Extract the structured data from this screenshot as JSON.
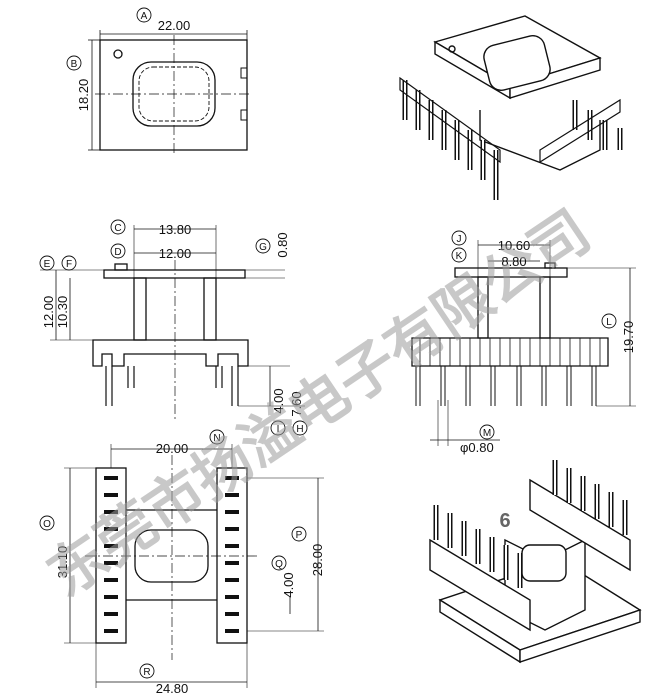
{
  "views": {
    "top": {
      "dim_a": "22.00",
      "dim_b": "18.20",
      "label_a": "A",
      "label_b": "B"
    },
    "front": {
      "dim_c": "13.80",
      "dim_d": "12.00",
      "dim_g": "0.80",
      "dim_e": "12.00",
      "dim_f": "10.30",
      "dim_i": "4.00",
      "dim_h": "7.60",
      "label_c": "C",
      "label_d": "D",
      "label_e": "E",
      "label_f": "F",
      "label_g": "G",
      "label_i": "I",
      "label_h": "H"
    },
    "side": {
      "dim_j": "10.60",
      "dim_k": "8.80",
      "dim_l": "19.70",
      "dim_m": "φ0.80",
      "label_j": "J",
      "label_k": "K",
      "label_l": "L",
      "label_m": "M"
    },
    "bottom": {
      "dim_n": "20.00",
      "dim_o": "31.10",
      "dim_p": "28.00",
      "dim_q": "4.00",
      "dim_r": "24.80",
      "label_n": "N",
      "label_o": "O",
      "label_p": "P",
      "label_q": "Q",
      "label_r": "R"
    }
  },
  "figure_number": "6",
  "watermark": "东莞市扬溢电子有限公司"
}
